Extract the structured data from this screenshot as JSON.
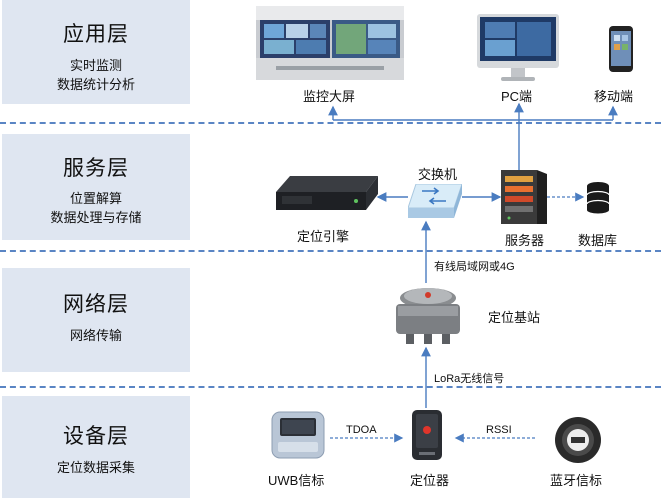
{
  "layers": [
    {
      "title": "应用层",
      "desc": [
        "实时监测",
        "数据统计分析"
      ]
    },
    {
      "title": "服务层",
      "desc": [
        "位置解算",
        "数据处理与存储"
      ]
    },
    {
      "title": "网络层",
      "desc": [
        "网络传输"
      ]
    },
    {
      "title": "设备层",
      "desc": [
        "定位数据采集"
      ]
    }
  ],
  "nodes": {
    "monitor_wall": "监控大屏",
    "pc": "PC端",
    "mobile": "移动端",
    "engine": "定位引擎",
    "switch": "交换机",
    "server": "服务器",
    "database": "数据库",
    "base_station": "定位基站",
    "uwb_tag": "UWB信标",
    "locator": "定位器",
    "bt_tag": "蓝牙信标"
  },
  "links": {
    "wired": "有线局域网或4G",
    "lora": "LoRa无线信号",
    "tdoa": "TDOA",
    "rssi": "RSSI"
  },
  "colors": {
    "layer_bg": "#dfe6f1",
    "arrow": "#4a7cc0",
    "dash": "#5a85c4"
  }
}
